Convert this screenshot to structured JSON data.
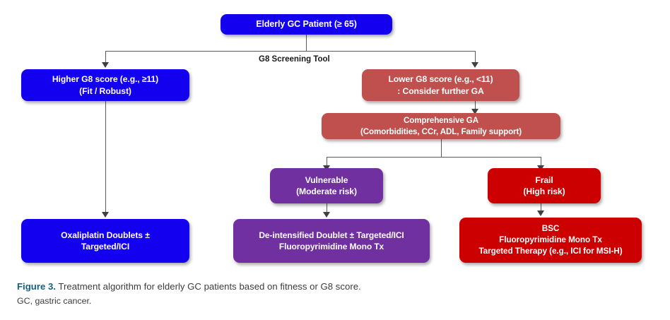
{
  "figure": {
    "number_label": "Figure 3.",
    "caption": "Treatment algorithm for elderly GC patients based on fitness or G8 score.",
    "abbreviations": "GC, gastric cancer."
  },
  "colors": {
    "blue": "#1200ee",
    "terracotta": "#c0504d",
    "purple": "#7030a0",
    "red": "#cc0000",
    "connector": "#595959",
    "caption_number": "#17607d",
    "background": "#ffffff"
  },
  "chart_data": {
    "type": "diagram",
    "title": "Treatment algorithm for elderly GC patients based on fitness or G8 score",
    "nodes": [
      {
        "id": "root",
        "color_key": "blue",
        "lines": [
          "Elderly GC Patient (≥ 65)"
        ]
      },
      {
        "id": "higher-g8",
        "color_key": "blue",
        "lines": [
          "Higher G8 score (e.g., ≥11)",
          "(Fit / Robust)"
        ]
      },
      {
        "id": "lower-g8",
        "color_key": "terracotta",
        "lines": [
          "Lower G8 score (e.g., <11)",
          ": Consider further GA"
        ]
      },
      {
        "id": "comprehensive-ga",
        "color_key": "terracotta",
        "lines": [
          "Comprehensive GA",
          "(Comorbidities, CCr, ADL, Family support)"
        ]
      },
      {
        "id": "vulnerable",
        "color_key": "purple",
        "lines": [
          "Vulnerable",
          "(Moderate risk)"
        ]
      },
      {
        "id": "frail",
        "color_key": "red",
        "lines": [
          "Frail",
          "(High risk)"
        ]
      },
      {
        "id": "tx-fit",
        "color_key": "blue",
        "lines": [
          "Oxaliplatin Doublets ±",
          "Targeted/ICI"
        ]
      },
      {
        "id": "tx-vulnerable",
        "color_key": "purple",
        "lines": [
          "De-intensified Doublet ± Targeted/ICI",
          "Fluoropyrimidine Mono Tx"
        ]
      },
      {
        "id": "tx-frail",
        "color_key": "red",
        "lines": [
          "BSC",
          "Fluoropyrimidine Mono Tx",
          "Targeted Therapy (e.g., ICI for MSI-H)"
        ]
      }
    ],
    "edges": [
      {
        "from": "root",
        "to": "higher-g8",
        "label": "G8 Screening Tool"
      },
      {
        "from": "root",
        "to": "lower-g8",
        "label": "G8 Screening Tool"
      },
      {
        "from": "lower-g8",
        "to": "comprehensive-ga",
        "label": ""
      },
      {
        "from": "comprehensive-ga",
        "to": "vulnerable",
        "label": ""
      },
      {
        "from": "comprehensive-ga",
        "to": "frail",
        "label": ""
      },
      {
        "from": "higher-g8",
        "to": "tx-fit",
        "label": ""
      },
      {
        "from": "vulnerable",
        "to": "tx-vulnerable",
        "label": ""
      },
      {
        "from": "frail",
        "to": "tx-frail",
        "label": ""
      }
    ],
    "edge_labels": [
      "G8 Screening Tool"
    ]
  }
}
